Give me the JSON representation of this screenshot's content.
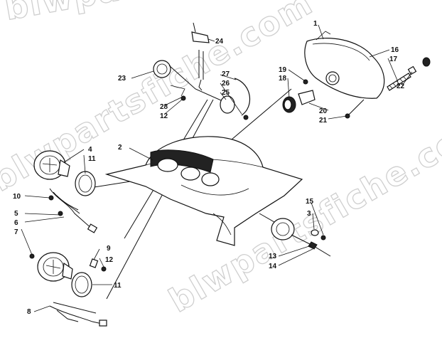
{
  "watermark": {
    "text": "blwpartsfiche.com",
    "repeat": [
      "blwpartsfiche.com",
      "blwpartsfiche.com",
      "blwpartsfiche.com"
    ]
  },
  "callouts": [
    {
      "id": "c1",
      "label": "1"
    },
    {
      "id": "c2",
      "label": "2"
    },
    {
      "id": "c3",
      "label": "3"
    },
    {
      "id": "c4",
      "label": "4"
    },
    {
      "id": "c5",
      "label": "5"
    },
    {
      "id": "c6",
      "label": "6"
    },
    {
      "id": "c7",
      "label": "7"
    },
    {
      "id": "c8",
      "label": "8"
    },
    {
      "id": "c9",
      "label": "9"
    },
    {
      "id": "c10",
      "label": "10"
    },
    {
      "id": "c11a",
      "label": "11"
    },
    {
      "id": "c11b",
      "label": "11"
    },
    {
      "id": "c12a",
      "label": "12"
    },
    {
      "id": "c12b",
      "label": "12"
    },
    {
      "id": "c13",
      "label": "13"
    },
    {
      "id": "c14",
      "label": "14"
    },
    {
      "id": "c15",
      "label": "15"
    },
    {
      "id": "c16",
      "label": "16"
    },
    {
      "id": "c17",
      "label": "17"
    },
    {
      "id": "c18",
      "label": "18"
    },
    {
      "id": "c19",
      "label": "19"
    },
    {
      "id": "c20",
      "label": "20"
    },
    {
      "id": "c21",
      "label": "21"
    },
    {
      "id": "c22",
      "label": "22"
    },
    {
      "id": "c23",
      "label": "23"
    },
    {
      "id": "c24",
      "label": "24"
    },
    {
      "id": "c25",
      "label": "25"
    },
    {
      "id": "c26",
      "label": "26"
    },
    {
      "id": "c27",
      "label": "27"
    },
    {
      "id": "c28",
      "label": "28"
    }
  ]
}
